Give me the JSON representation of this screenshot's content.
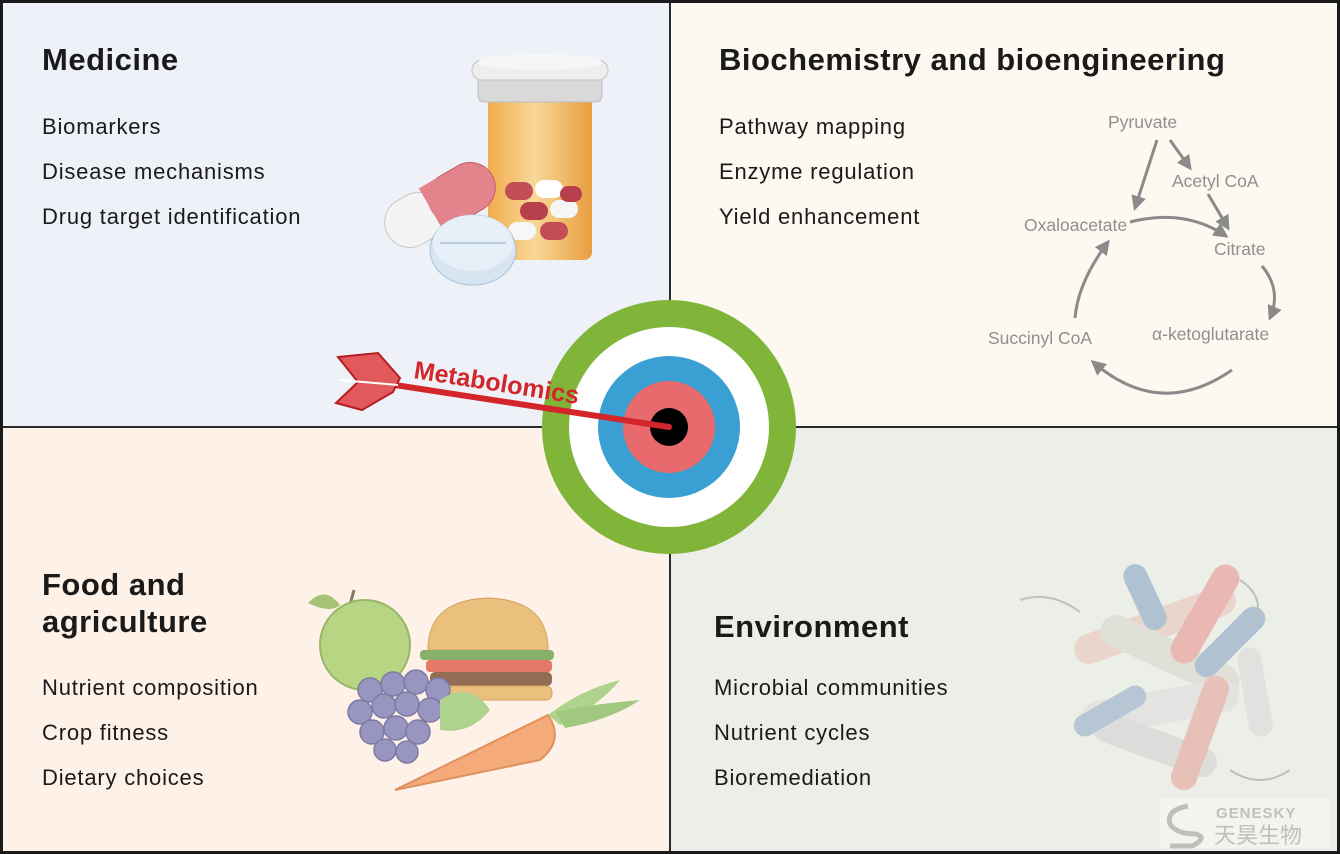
{
  "quadrants": {
    "medicine": {
      "title": "Medicine",
      "items": [
        "Biomarkers",
        "Disease mechanisms",
        "Drug target identification"
      ],
      "color": "#eef2f8"
    },
    "biochemistry": {
      "title": "Biochemistry and bioengineering",
      "items": [
        "Pathway mapping",
        "Enzyme regulation",
        "Yield enhancement"
      ],
      "color": "#fdf8f0"
    },
    "food": {
      "title_line1": "Food and",
      "title_line2": "agriculture",
      "items": [
        "Nutrient composition",
        "Crop fitness",
        "Dietary choices"
      ],
      "color": "#fdf1e8"
    },
    "environment": {
      "title": "Environment",
      "items": [
        "Microbial communities",
        "Nutrient cycles",
        "Bioremediation"
      ],
      "color": "#ecefe8"
    }
  },
  "pathway": {
    "nodes": [
      "Pyruvate",
      "Acetyl CoA",
      "Oxaloacetate",
      "Citrate",
      "Succinyl CoA",
      "α-ketoglutarate"
    ]
  },
  "center": {
    "dart_label": "Metabolomics",
    "target_rings": [
      "#80b53a",
      "#ffffff",
      "#3a9fd3",
      "#e96a6c",
      "#000000"
    ],
    "dart_color": "#d3262a"
  },
  "watermark": {
    "latin": "GENESKY",
    "cjk": "天昊生物"
  },
  "icons": {
    "medicine": "pill-bottle-icon",
    "biochemistry": "metabolic-cycle-icon",
    "food": "food-collection-icon",
    "environment": "bacteria-cluster-icon"
  }
}
